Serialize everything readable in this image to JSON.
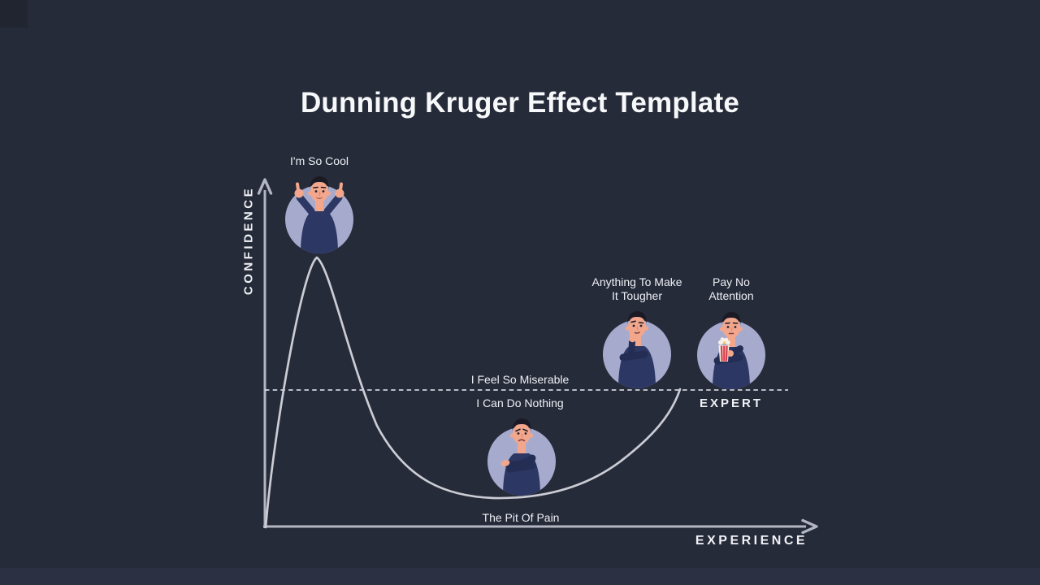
{
  "slide": {
    "title": "Dunning Kruger Effect Template"
  },
  "axes": {
    "y_label": "CONFIDENCE",
    "x_label": "EXPERIENCE"
  },
  "stages": {
    "peak": {
      "label": "I'm So Cool",
      "character": "man-cheering-thumbs-up"
    },
    "miserable": {
      "label": "I Feel So Miserable"
    },
    "nothing": {
      "label": "I Can Do Nothing"
    },
    "pit": {
      "label": "The Pit Of Pain",
      "character": "man-arms-crossed-sad"
    },
    "tougher": {
      "label": "Anything To Make It Tougher",
      "character": "man-thinking-hand-on-chin"
    },
    "attention": {
      "label": "Pay No Attention",
      "character": "man-holding-popcorn"
    },
    "expert": {
      "label": "EXPERT"
    }
  },
  "diagram": {
    "type": "dunning-kruger-curve",
    "threshold_line": "dashed-horizontal-at-expert-confidence",
    "curve_points_norm": [
      {
        "x": 0.0,
        "y": 0.0,
        "stage": "start"
      },
      {
        "x": 0.1,
        "y": 0.78,
        "stage": "peak"
      },
      {
        "x": 0.47,
        "y": 0.08,
        "stage": "pit"
      },
      {
        "x": 0.76,
        "y": 0.4,
        "stage": "end-at-expert-line"
      }
    ]
  },
  "colors": {
    "background": "#262b3a",
    "footer_band": "#2b3042",
    "corner_square": "#21252f",
    "title_text": "#f7f8fa",
    "label_text": "#eef0f4",
    "axis": "#b3b6c1",
    "curve": "#cbccd4",
    "dashed_line": "#eceef4",
    "avatar_circle": "#a6abce",
    "sweater": "#2c3763",
    "sweater_shade": "#242e55",
    "skin": "#f2a78d",
    "hair": "#1b1a24",
    "popcorn_red": "#d8404e",
    "popcorn_cream": "#f6f1e4"
  }
}
